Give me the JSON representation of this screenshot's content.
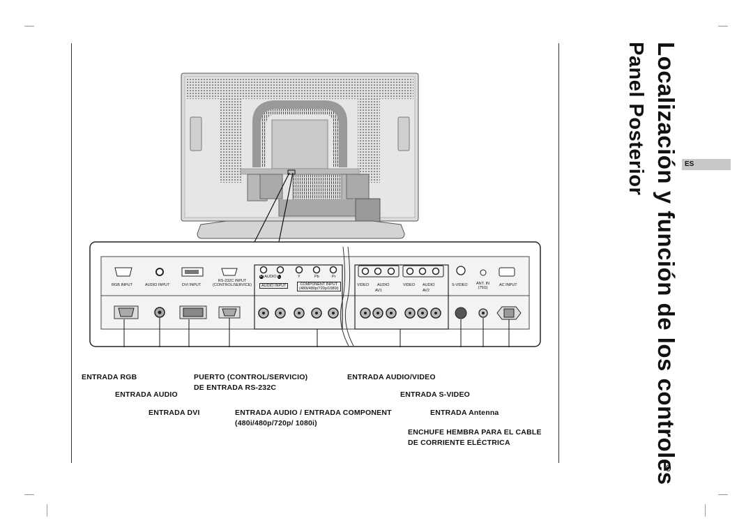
{
  "header": {
    "title": "Localización y función de los controles",
    "subtitle": "Panel Posterior",
    "language_tab": "ES"
  },
  "page_number": "9",
  "panel_upper_labels": {
    "rgb_input": "RGB INPUT",
    "audio_input": "AUDIO INPUT",
    "dvi_input": "DVI INPUT",
    "rs232c_input": "RS-232C INPUT",
    "control_service": "(CONTROL/SERVICE)",
    "audio_r": "R",
    "audio_word": "AUDIO",
    "audio_l": "L",
    "y": "Y",
    "pb": "Pb",
    "pr": "Pr",
    "audio_input_box": "AUDIO INPUT",
    "component_input": "COMPONENT INPUT",
    "component_formats": "(480i/480p/720p/1080i)",
    "video1": "VIDEO",
    "audio1": "AUDIO",
    "av1": "AV1",
    "video2": "VIDEO",
    "audio2": "AUDIO",
    "av2": "AV2",
    "s_video": "S-VIDEO",
    "ant_in": "ANT. IN",
    "ant_ohm": "(75Ω)",
    "ac_input": "AC INPUT"
  },
  "callouts": {
    "rgb": "ENTRADA RGB",
    "audio": "ENTRADA AUDIO",
    "dvi": "ENTRADA DVI",
    "rs232_line1": "PUERTO  (CONTROL/SERVICIO)",
    "rs232_line2": "DE ENTRADA RS-232C",
    "audio_component_line1": "ENTRADA AUDIO / ENTRADA COMPONENT",
    "audio_component_line2": "(480i/480p/720p/ 1080i)",
    "audio_video": "ENTRADA AUDIO/VIDEO",
    "s_video": "ENTRADA S-VIDEO",
    "antenna": "ENTRADA Antenna",
    "power_line1": "ENCHUFE HEMBRA PARA EL CABLE",
    "power_line2": "DE CORRIENTE ELÉCTRICA"
  }
}
